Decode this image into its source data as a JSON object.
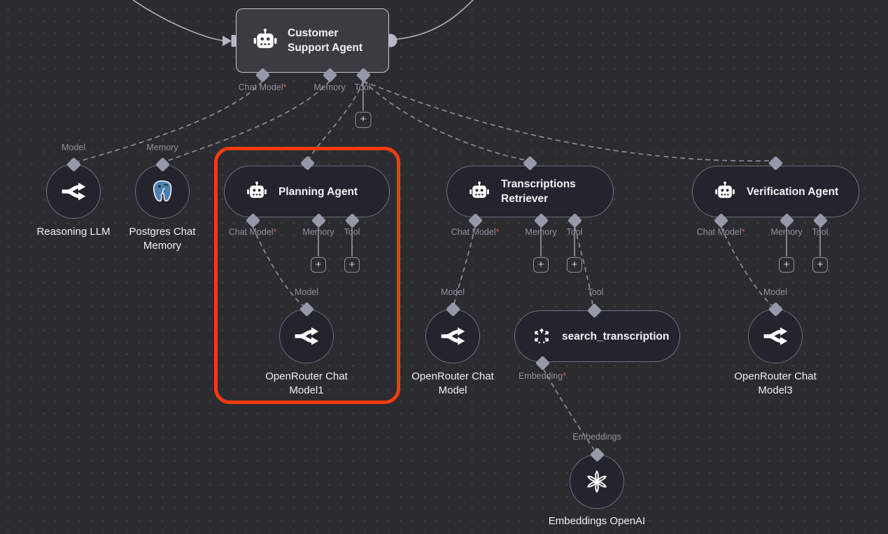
{
  "app": {
    "name": "Workflow canvas"
  },
  "colors": {
    "background": "#2b2c2f",
    "grid_dot": "#404145",
    "node_fill": "#23252e",
    "node_border": "#6e7181",
    "selected_node_fill": "#3b3c42",
    "selected_node_border": "#c6c8d0",
    "connector": "#9599a9",
    "edge": "#8a8d9b",
    "label": "#8f92a1",
    "title": "#f1f2f4",
    "required_asterisk": "#e8544d",
    "highlight": "#f63b10",
    "postgres_blue": "#4c7fac"
  },
  "markers": {
    "plus": "+",
    "required": "*"
  },
  "nodes": {
    "customer_support_agent": {
      "title": "Customer\nSupport Agent",
      "icon": "robot-icon",
      "ports": [
        {
          "label": "Chat Model",
          "star": "*"
        },
        {
          "label": "Memory"
        },
        {
          "label": "Tool"
        }
      ]
    },
    "reasoning_llm": {
      "label": "Reasoning LLM",
      "port": "Model",
      "icon": "openrouter-icon"
    },
    "postgres_chat_memory": {
      "label": "Postgres Chat\nMemory",
      "port": "Memory",
      "icon": "postgres-icon"
    },
    "planning_agent": {
      "title": "Planning Agent",
      "icon": "robot-icon",
      "ports": [
        {
          "label": "Chat Model",
          "star": "*"
        },
        {
          "label": "Memory"
        },
        {
          "label": "Tool"
        }
      ]
    },
    "transcriptions_retriever": {
      "title": "Transcriptions\nRetriever",
      "icon": "robot-icon",
      "ports": [
        {
          "label": "Chat Model",
          "star": "*"
        },
        {
          "label": "Memory"
        },
        {
          "label": "Tool"
        }
      ]
    },
    "verification_agent": {
      "title": "Verification Agent",
      "icon": "robot-icon",
      "ports": [
        {
          "label": "Chat Model",
          "star": "*"
        },
        {
          "label": "Memory"
        },
        {
          "label": "Tool"
        }
      ]
    },
    "openrouter_chat_model1": {
      "label": "OpenRouter Chat\nModel1",
      "port": "Model",
      "icon": "openrouter-icon"
    },
    "openrouter_chat_model": {
      "label": "OpenRouter Chat\nModel",
      "port": "Model",
      "icon": "openrouter-icon"
    },
    "openrouter_chat_model3": {
      "label": "OpenRouter Chat\nModel3",
      "port": "Model",
      "icon": "openrouter-icon"
    },
    "search_transcription": {
      "title": "search_transcription",
      "icon": "vector-tool-icon",
      "top_port": "Tool",
      "bottom_port": {
        "label": "Embedding",
        "star": "*"
      }
    },
    "embeddings_openai": {
      "label": "Embeddings OpenAI",
      "port": "Embeddings",
      "icon": "openai-icon"
    }
  }
}
